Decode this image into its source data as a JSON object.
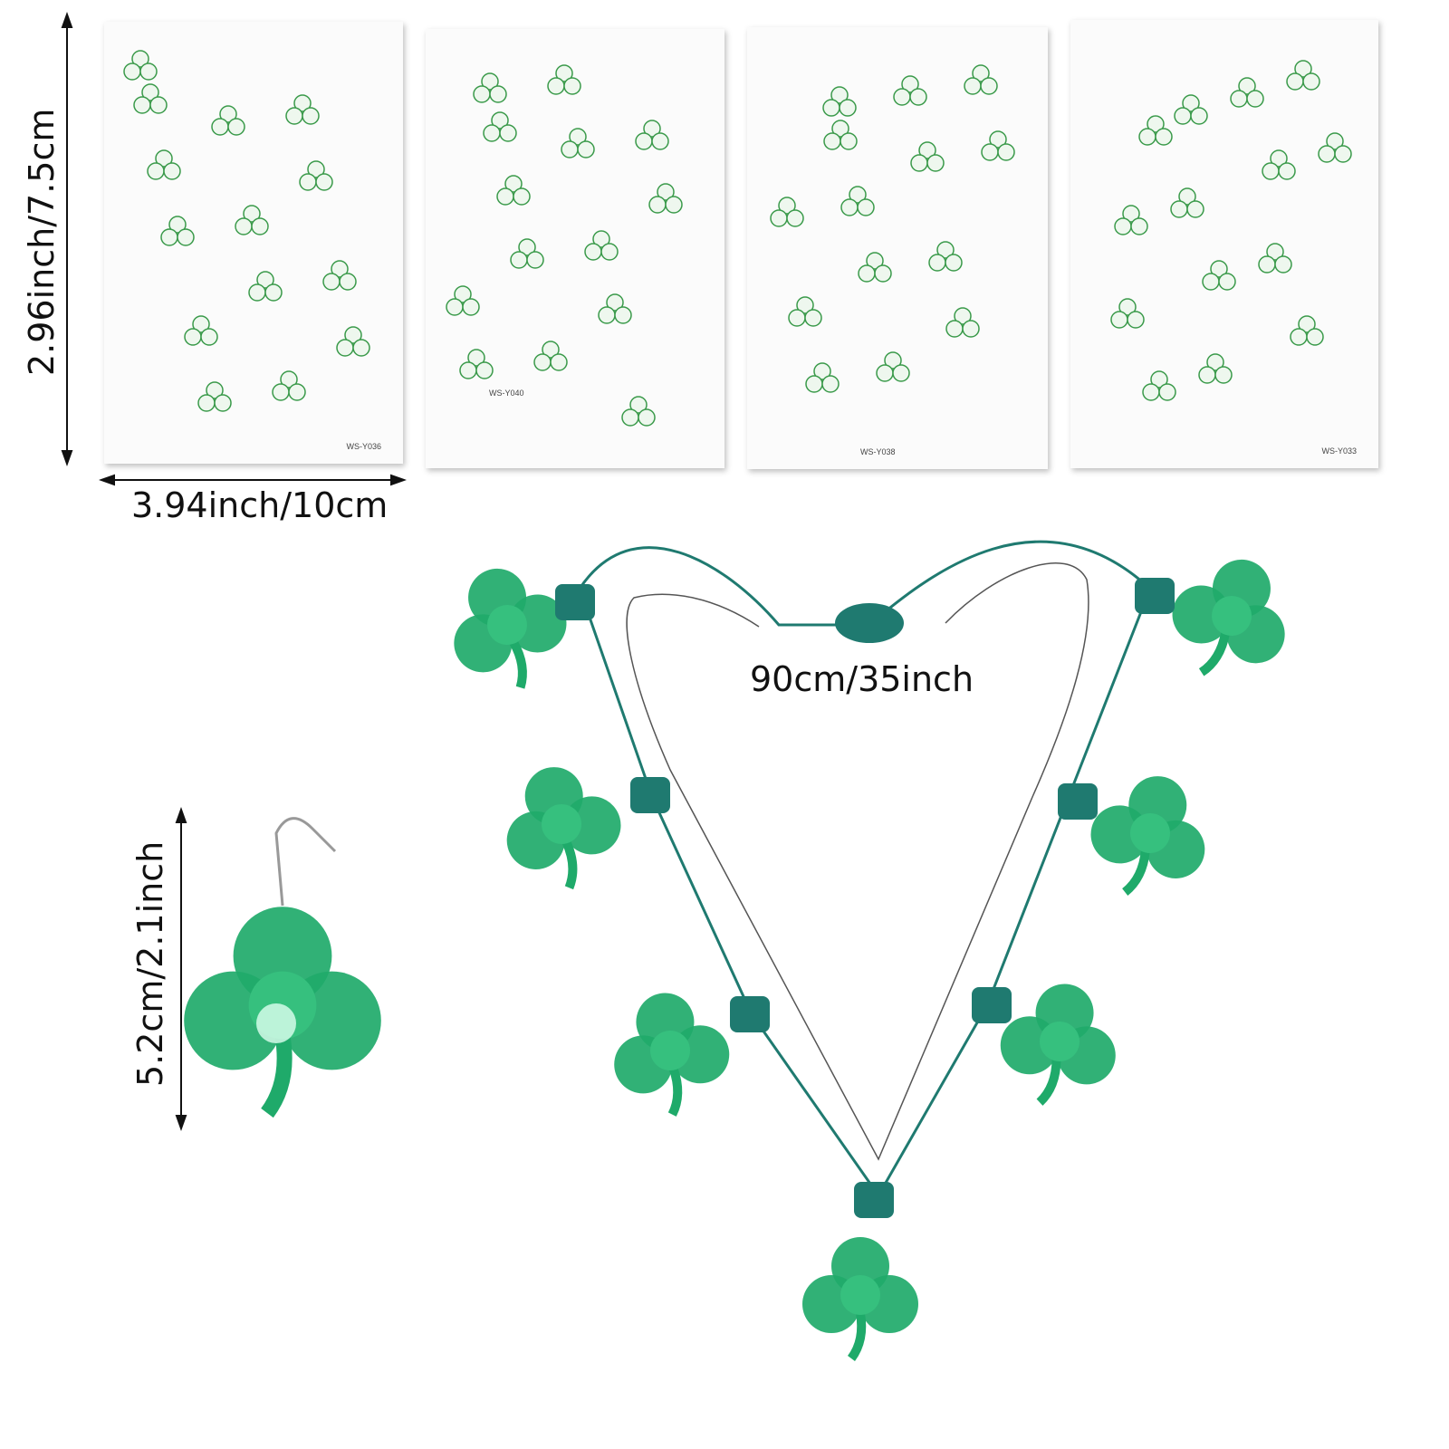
{
  "sheets": [
    {
      "code": "WS-Y036"
    },
    {
      "code": "WS-Y040"
    },
    {
      "code": "WS-Y038"
    },
    {
      "code": "WS-Y033"
    }
  ],
  "dimensions": {
    "sheet_height": "2.96inch/7.5cm",
    "sheet_width": "3.94inch/10cm",
    "necklace_length": "90cm/35inch",
    "earring_height": "5.2cm/2.1inch"
  },
  "colors": {
    "shamrock": "#1faa6a",
    "cord": "#1f7a70",
    "paper": "#fbfbfb"
  }
}
